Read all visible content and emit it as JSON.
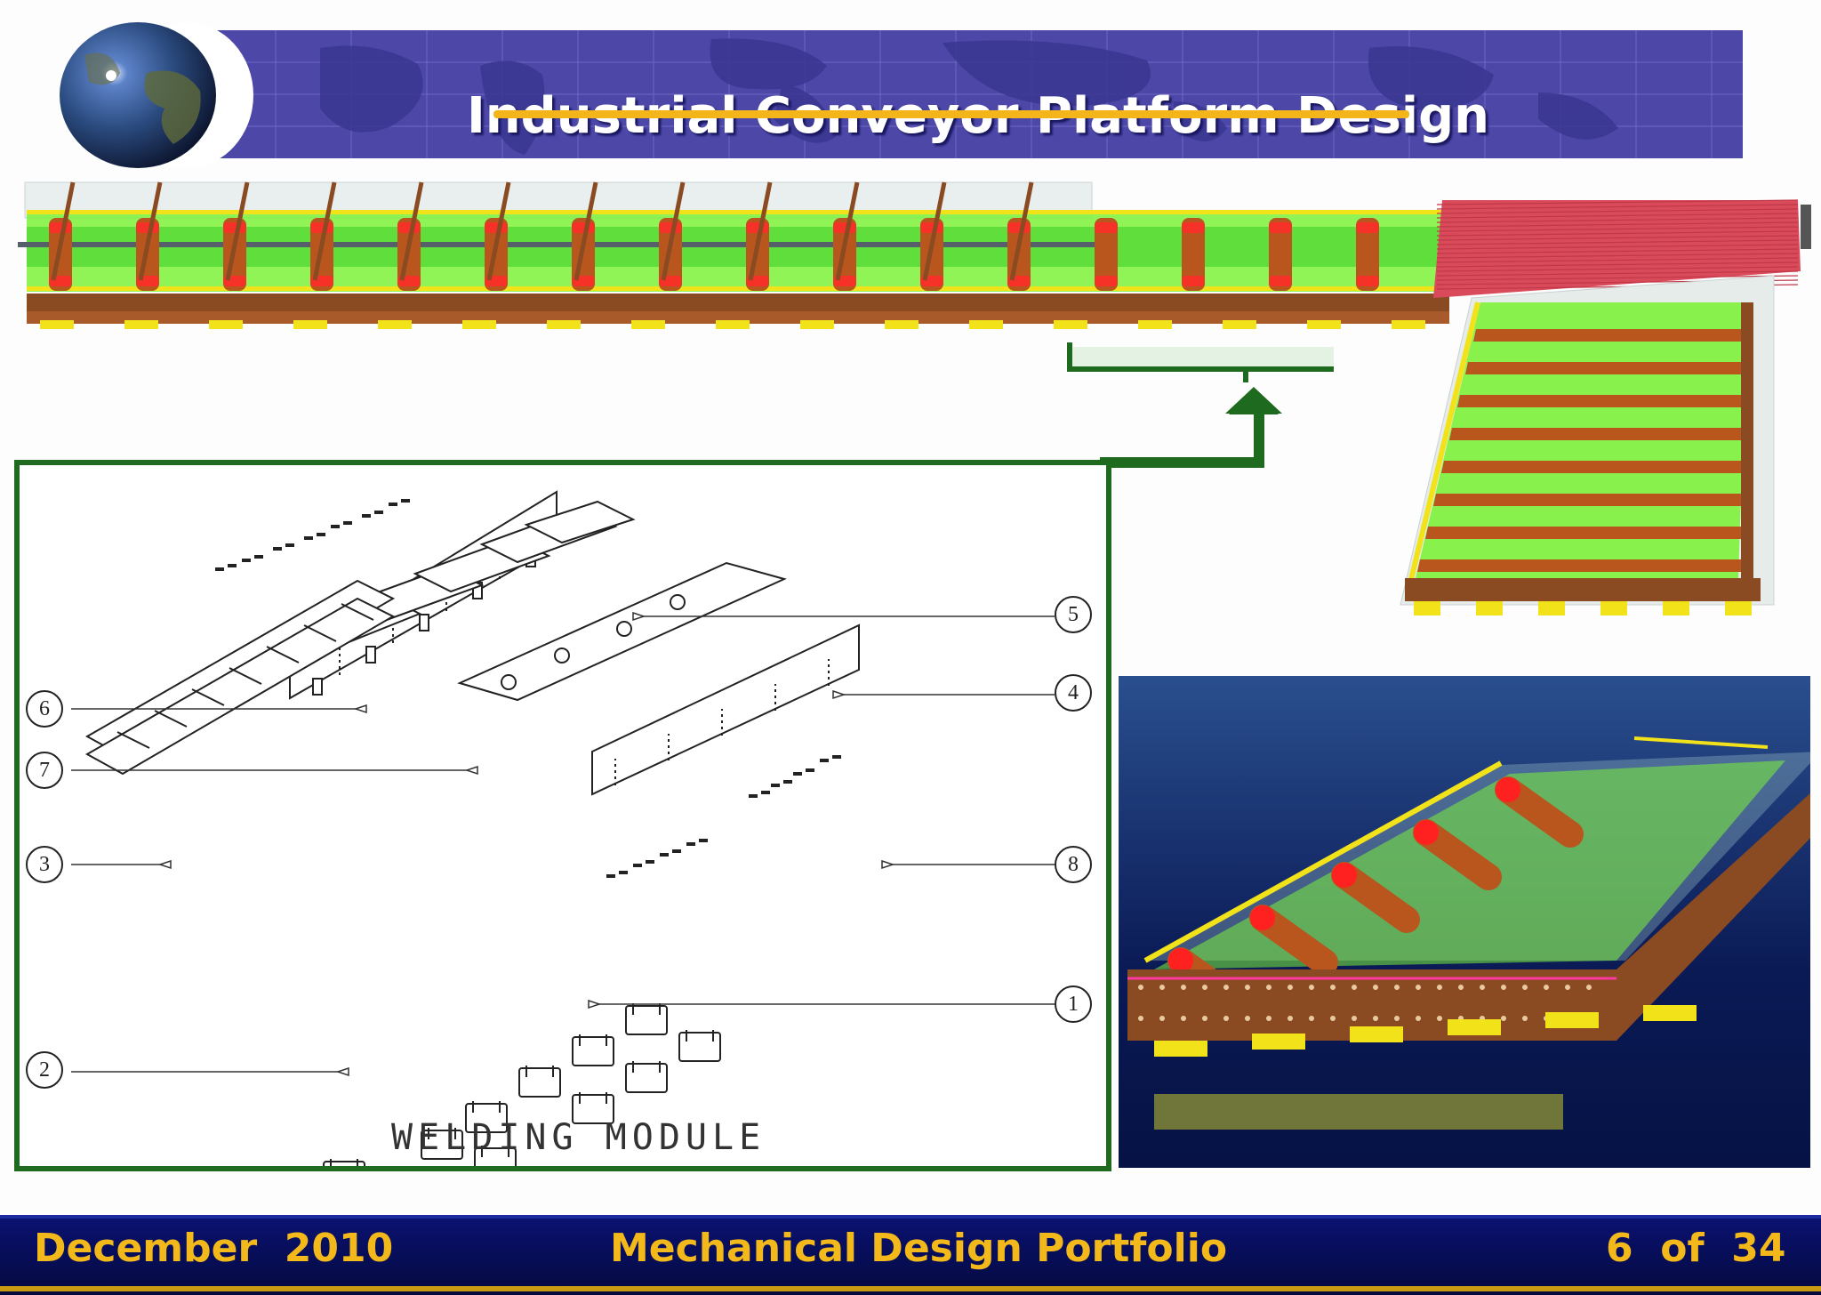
{
  "header": {
    "title": "Industrial Conveyor Platform Design",
    "logo_icon": "globe-icon"
  },
  "drawing": {
    "label": "WELDING MODULE",
    "callouts": [
      "1",
      "2",
      "3",
      "4",
      "5",
      "6",
      "7",
      "8"
    ]
  },
  "footer": {
    "date": "December  2010",
    "portfolio": "Mechanical Design Portfolio",
    "page": "6  of  34"
  },
  "colors": {
    "banner": "#4d48a8",
    "title_underline": "#f3b51a",
    "footer_bg": "#0a1170",
    "footer_text": "#f3b91b",
    "panel_border": "#1e6a1e",
    "cad_green": "#7df23a",
    "cad_red": "#d94a5a",
    "cad_brown": "#8a4a22",
    "cad_yellow": "#f2e21a"
  }
}
